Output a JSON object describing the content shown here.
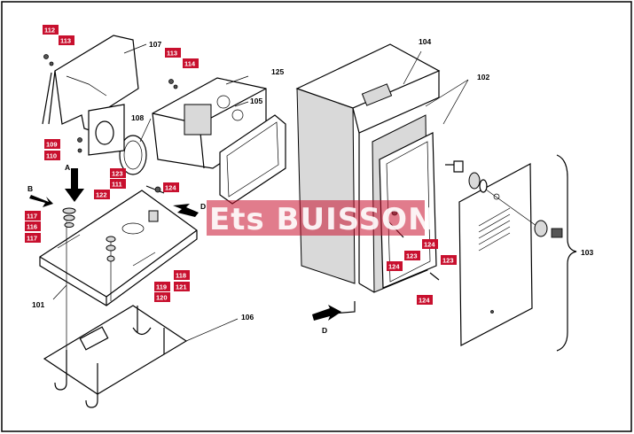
{
  "watermark": {
    "text": "Ets BUISSON"
  },
  "plain_labels": [
    "107",
    "108",
    "125",
    "105",
    "104",
    "102",
    "103",
    "101",
    "106"
  ],
  "red_tags": [
    "112",
    "113",
    "113",
    "114",
    "109",
    "110",
    "123",
    "111",
    "124",
    "122",
    "117",
    "116",
    "117",
    "118",
    "119",
    "120",
    "121",
    "124",
    "124",
    "123",
    "123",
    "124"
  ],
  "arrows": [
    "A",
    "B",
    "D",
    "D"
  ]
}
